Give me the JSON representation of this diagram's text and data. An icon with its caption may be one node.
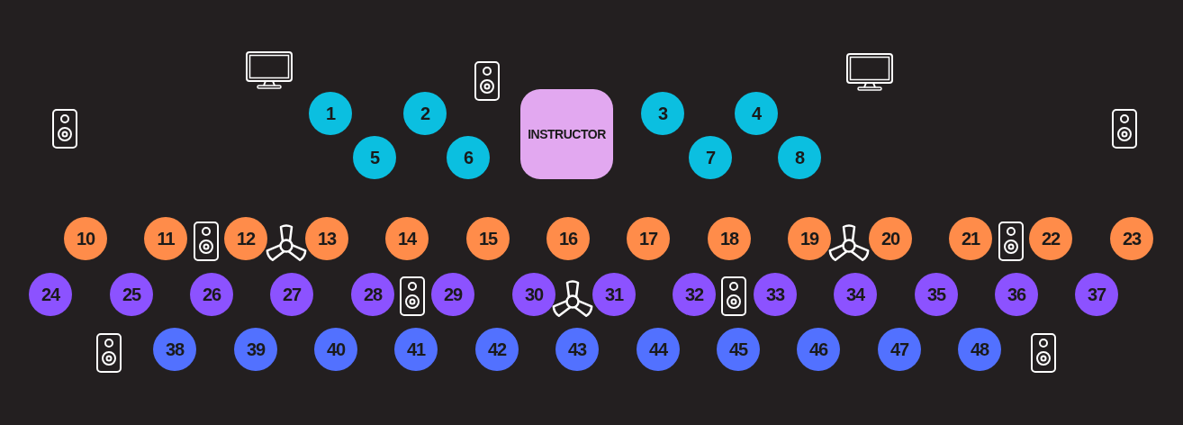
{
  "diagram": {
    "nodes": [
      {
        "text": [
          "1"
        ]
      },
      {
        "text": [
          "2"
        ]
      },
      {
        "text": [
          "3"
        ]
      },
      {
        "text": [
          "4"
        ]
      },
      {
        "text": [
          "5"
        ]
      },
      {
        "text": [
          "6"
        ]
      },
      {
        "text": [
          "7"
        ]
      },
      {
        "text": [
          "8"
        ]
      },
      {
        "text": [
          "INSTRUCTOR"
        ]
      },
      {
        "text": [
          "10"
        ]
      },
      {
        "text": [
          "11"
        ]
      },
      {
        "text": [
          "12"
        ]
      },
      {
        "text": [
          "13"
        ]
      },
      {
        "text": [
          "14"
        ]
      },
      {
        "text": [
          "15"
        ]
      },
      {
        "text": [
          "16"
        ]
      },
      {
        "text": [
          "17"
        ]
      },
      {
        "text": [
          "18"
        ]
      },
      {
        "text": [
          "19"
        ]
      },
      {
        "text": [
          "20"
        ]
      },
      {
        "text": [
          "21"
        ]
      },
      {
        "text": [
          "22"
        ]
      },
      {
        "text": [
          "23"
        ]
      },
      {
        "text": [
          "24"
        ]
      },
      {
        "text": [
          "25"
        ]
      },
      {
        "text": [
          "26"
        ]
      },
      {
        "text": [
          "27"
        ]
      },
      {
        "text": [
          "28"
        ]
      },
      {
        "text": [
          "29"
        ]
      },
      {
        "text": [
          "30"
        ]
      },
      {
        "text": [
          "31"
        ]
      },
      {
        "text": [
          "32"
        ]
      },
      {
        "text": [
          "33"
        ]
      },
      {
        "text": [
          "34"
        ]
      },
      {
        "text": [
          "35"
        ]
      },
      {
        "text": [
          "36"
        ]
      },
      {
        "text": [
          "37"
        ]
      },
      {
        "text": [
          "38"
        ]
      },
      {
        "text": [
          "39"
        ]
      },
      {
        "text": [
          "40"
        ]
      },
      {
        "text": [
          "41"
        ]
      },
      {
        "text": [
          "42"
        ]
      },
      {
        "text": [
          "43"
        ]
      },
      {
        "text": [
          "44"
        ]
      },
      {
        "text": [
          "45"
        ]
      },
      {
        "text": [
          "46"
        ]
      },
      {
        "text": [
          "47"
        ]
      },
      {
        "text": [
          "48"
        ]
      }
    ],
    "edges": []
  }
}
